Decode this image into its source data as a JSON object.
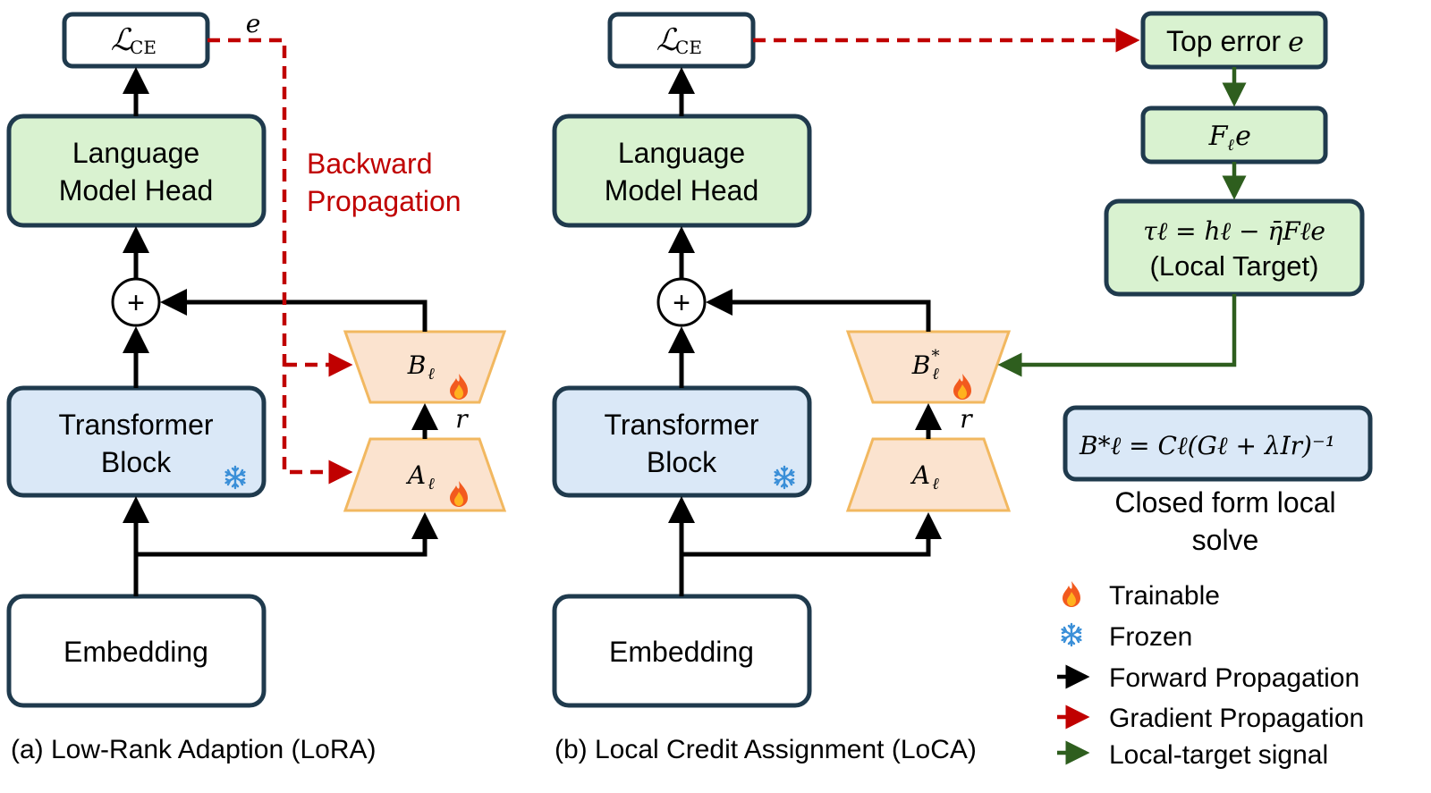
{
  "left": {
    "loss_label": "ℒ",
    "loss_sub": "CE",
    "error_label": "e",
    "lm_head_line1": "Language",
    "lm_head_line2": "Model Head",
    "plus": "+",
    "transformer_line1": "Transformer",
    "transformer_line2": "Block",
    "embedding": "Embedding",
    "backward_line1": "Backward",
    "backward_line2": "Propagation",
    "b_label": "B",
    "a_label": "A",
    "ell": "ℓ",
    "rank": "r",
    "caption": "(a) Low-Rank Adaption (LoRA)"
  },
  "right": {
    "loss_label": "ℒ",
    "loss_sub": "CE",
    "lm_head_line1": "Language",
    "lm_head_line2": "Model Head",
    "plus": "+",
    "transformer_line1": "Transformer",
    "transformer_line2": "Block",
    "embedding": "Embedding",
    "b_label": "B",
    "b_star": "*",
    "a_label": "A",
    "ell": "ℓ",
    "rank": "r",
    "top_error": "Top error ",
    "top_error_e": "e",
    "fe": "F",
    "fe_e": "e",
    "tau_line1": "τℓ = hℓ − η̄Fℓe",
    "tau_line2": "(Local Target)",
    "formula": "B*ℓ = Cℓ(Gℓ + λIr)⁻¹",
    "closed_line1": "Closed form local",
    "closed_line2": "solve",
    "caption": "(b) Local Credit Assignment (LoCA)"
  },
  "legend": {
    "trainable": "Trainable",
    "frozen": "Frozen",
    "forward": "Forward Propagation",
    "gradient": "Gradient Propagation",
    "local": "Local-target signal"
  },
  "colors": {
    "green_fill": "#d9f2d0",
    "blue_fill": "#dae8f7",
    "orange_fill": "#fbe3cf",
    "orange_stroke": "#f2b860",
    "red": "#c00000",
    "dark_green": "#2e5e1e",
    "box_stroke": "#1f3a4d"
  }
}
